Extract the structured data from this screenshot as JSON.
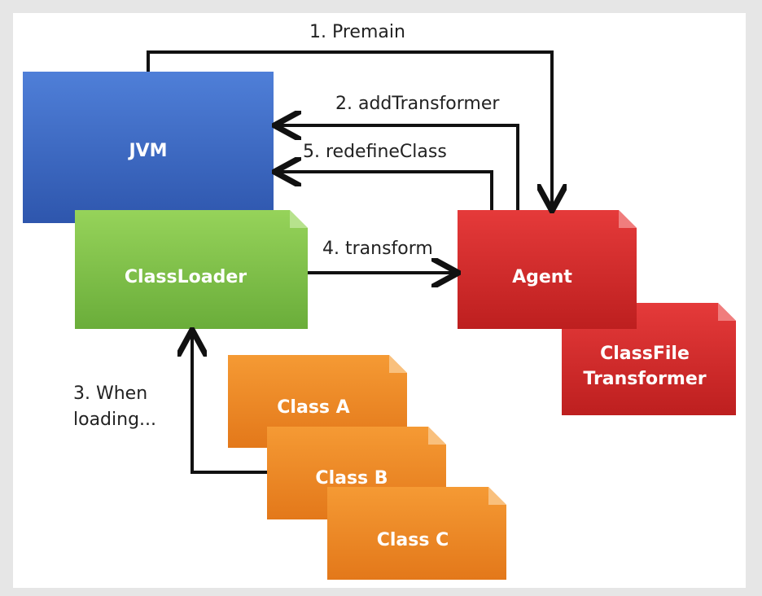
{
  "nodes": {
    "jvm": {
      "label": "JVM",
      "color": "#3c6ac7"
    },
    "classloader": {
      "label": "ClassLoader",
      "color": "#7fc24a"
    },
    "agent": {
      "label": "Agent",
      "color": "#d62a2a"
    },
    "transformer": {
      "line1": "ClassFile",
      "line2": "Transformer",
      "color": "#d02a2a"
    },
    "class_a": {
      "label": "Class A",
      "color": "#ef8a23"
    },
    "class_b": {
      "label": "Class B",
      "color": "#ef8a23"
    },
    "class_c": {
      "label": "Class C",
      "color": "#ef8a23"
    }
  },
  "edges": {
    "premain": "1. Premain",
    "add_transformer": "2. addTransformer",
    "when_loading_1": "3. When",
    "when_loading_2": "loading...",
    "transform": "4. transform",
    "redefine_class": "5. redefineClass"
  },
  "colors": {
    "arrow": "#111111",
    "background": "#e6e6e6",
    "panel": "#ffffff"
  }
}
